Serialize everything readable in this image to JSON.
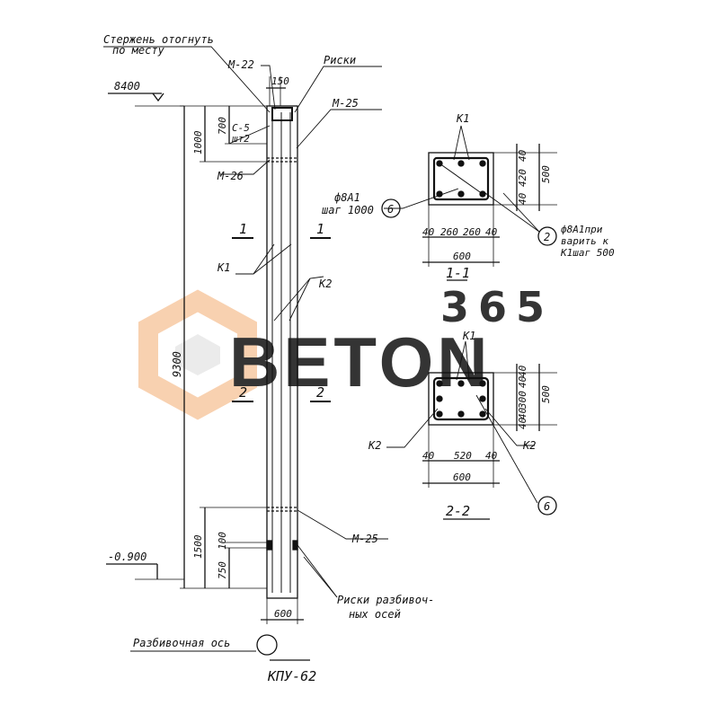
{
  "colors": {
    "ink": "#111111",
    "watermark_orange": "#f7c9a3",
    "watermark_gray": "#d9d9d9"
  },
  "watermark": {
    "number": "365",
    "word": "BETON"
  },
  "elevation": {
    "bar_note_line1": "Стержень отогнуть",
    "bar_note_line2": "по месту",
    "mark_m22": "М-22",
    "mark_riski": "Риски",
    "mark_m25_top": "М-25",
    "mark_m26": "М-26",
    "mark_c5_line1": "С-5",
    "mark_c5_line2": "шт2",
    "dim_150": "150",
    "dim_700": "700",
    "dim_1000": "1000",
    "level_top": "8400",
    "dim_9300": "9300",
    "dim_1500": "1500",
    "dim_750": "750",
    "dim_100": "100",
    "level_bottom": "-0.900",
    "dim_width": "600",
    "section1_left": "1",
    "section1_right": "1",
    "section2_left": "2",
    "section2_right": "2",
    "bar_k1": "К1",
    "bar_k2": "К2",
    "mark_m25_bottom": "М-25",
    "risks_axes_line1": "Риски разбивоч-",
    "risks_axes_line2": "ных осей",
    "axis_label": "Разбивочная ось",
    "title": "КПУ-62"
  },
  "section1": {
    "title": "1-1",
    "bar_k1": "К1",
    "stirrup_line1": "ф8А1",
    "stirrup_line2": "шаг 1000",
    "callout_6": "6",
    "callout_2": "2",
    "note_line1": "ф8А1при",
    "note_line2": "варить к",
    "note_line3": "К1шаг 500",
    "dims_bottom": [
      "40",
      "260",
      "260",
      "40"
    ],
    "dim_overall_width": "600",
    "dims_right": [
      "40",
      "420",
      "40"
    ],
    "dim_overall_height": "500"
  },
  "section2": {
    "title": "2-2",
    "bar_k1": "К1",
    "bar_k2_left": "К2",
    "bar_k2_right": "К2",
    "callout_6": "6",
    "dims_bottom": [
      "40",
      "520",
      "40"
    ],
    "dim_overall_width": "600",
    "dims_right": [
      "40",
      "40",
      "300",
      "40",
      "40"
    ],
    "dim_overall_height": "500"
  }
}
